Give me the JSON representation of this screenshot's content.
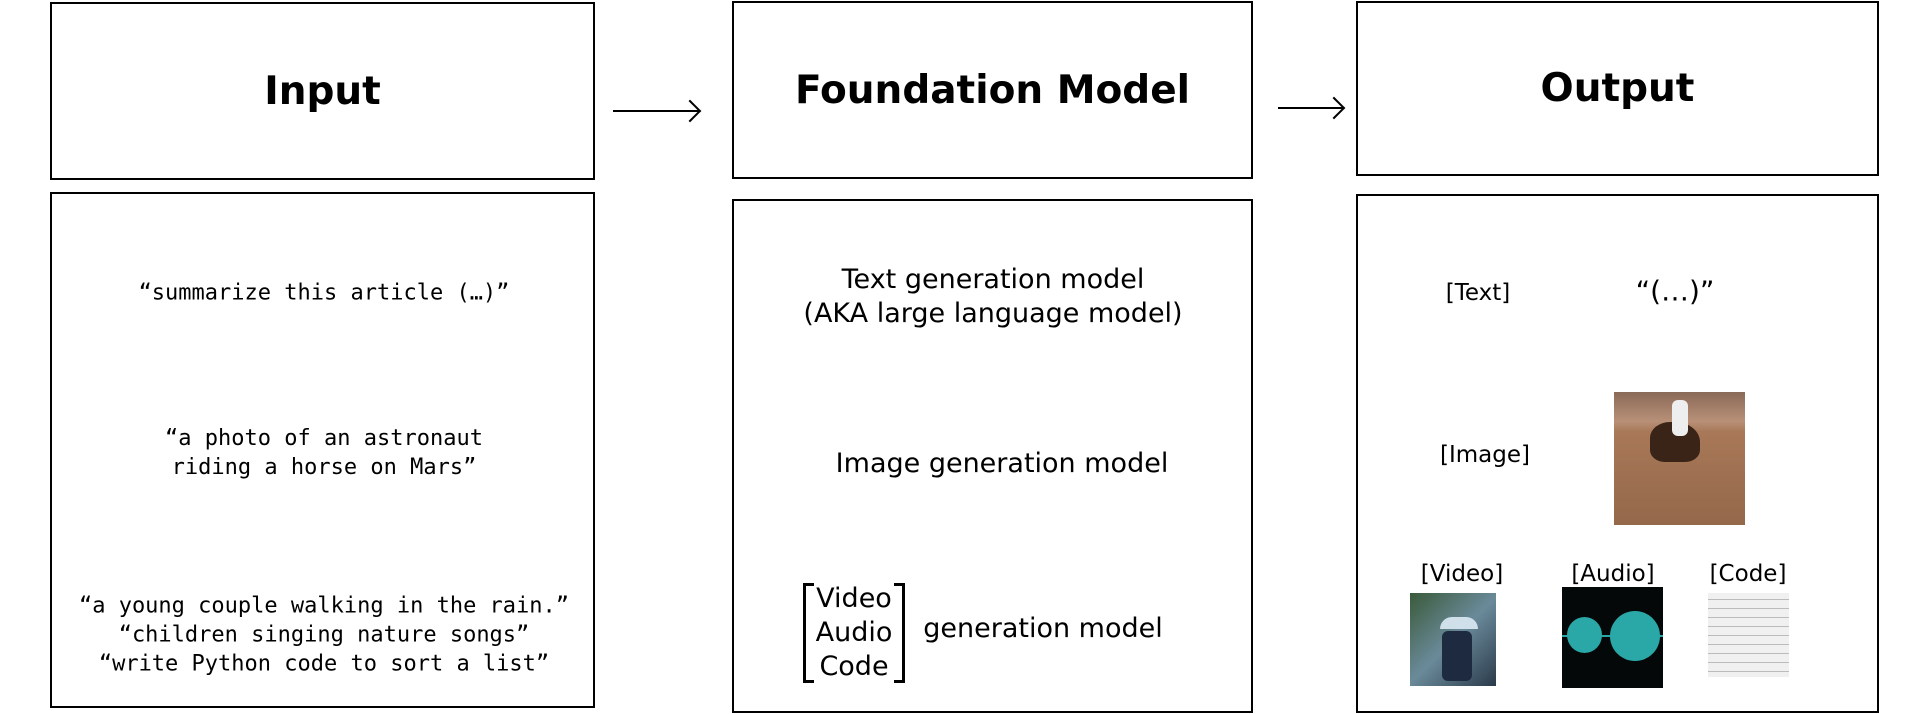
{
  "input": {
    "title": "Input",
    "prompts": [
      "“summarize this article (…)”",
      "“a photo of an astronaut\nriding a horse on Mars”",
      "“a young couple walking in the rain.”",
      "“children singing nature songs”",
      "“write Python code to sort a list”"
    ]
  },
  "model": {
    "title": "Foundation Model",
    "text_model": "Text generation model\n(AKA large language model)",
    "image_model": "Image generation model",
    "modalities": [
      "Video",
      "Audio",
      "Code"
    ],
    "other_model": "generation model"
  },
  "output": {
    "title": "Output",
    "text_label": "[Text]",
    "text_value": "“(…)”",
    "image_label": "[Image]",
    "video_label": "[Video]",
    "audio_label": "[Audio]",
    "code_label": "[Code]"
  }
}
